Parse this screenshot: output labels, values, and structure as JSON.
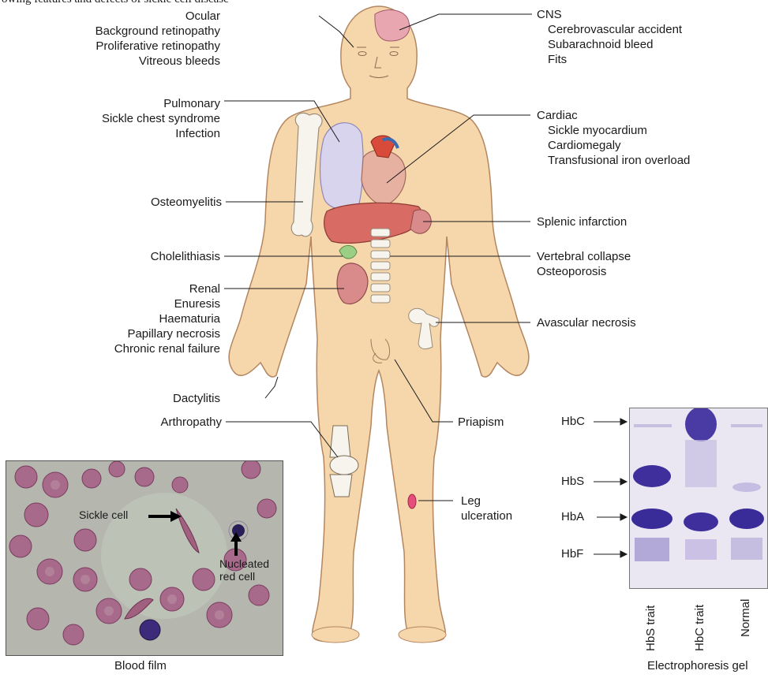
{
  "header_fragment": "owing features and defects of sickle cell disease",
  "labels_left": {
    "ocular": {
      "title": "Ocular",
      "items": [
        "Background retinopathy",
        "Proliferative retinopathy",
        "Vitreous bleeds"
      ]
    },
    "pulmonary": {
      "title": "Pulmonary",
      "items": [
        "Sickle chest syndrome",
        "Infection"
      ]
    },
    "osteomyelitis": "Osteomyelitis",
    "cholelithiasis": "Cholelithiasis",
    "renal": {
      "title": "Renal",
      "items": [
        "Enuresis",
        "Haematuria",
        "Papillary necrosis",
        "Chronic renal failure"
      ]
    },
    "dactylitis": "Dactylitis",
    "arthropathy": "Arthropathy"
  },
  "labels_right": {
    "cns": {
      "title": "CNS",
      "items": [
        "Cerebrovascular accident",
        "Subarachnoid bleed",
        "Fits"
      ]
    },
    "cardiac": {
      "title": "Cardiac",
      "items": [
        "Sickle myocardium",
        "Cardiomegaly",
        "Transfusional iron overload"
      ]
    },
    "splenic": "Splenic infarction",
    "vertebral": [
      "Vertebral collapse",
      "Osteoporosis"
    ],
    "avascular": "Avascular necrosis",
    "priapism": "Priapism",
    "leg": [
      "Leg",
      "ulceration"
    ]
  },
  "blood_film": {
    "caption": "Blood film",
    "sickle_label": "Sickle cell",
    "nucleated_label": [
      "Nucleated",
      "red cell"
    ]
  },
  "electrophoresis": {
    "caption": "Electrophoresis gel",
    "bands": [
      "HbC",
      "HbS",
      "HbA",
      "HbF"
    ],
    "lanes": [
      "HbS trait",
      "HbC trait",
      "Normal"
    ]
  },
  "colors": {
    "skin": "#f6d7ac",
    "skin_outline": "#b38660",
    "lung": "#d9d4ee",
    "liver": "#d86b63",
    "kidney": "#d98b8b",
    "heart": "#e7b1a2",
    "bone": "#f7f4ee",
    "gel_bg": "#ece9f3",
    "gel_band": "#3e2f9c",
    "film_bg": "#b8b8b2",
    "rbc": "#a86a8a"
  }
}
